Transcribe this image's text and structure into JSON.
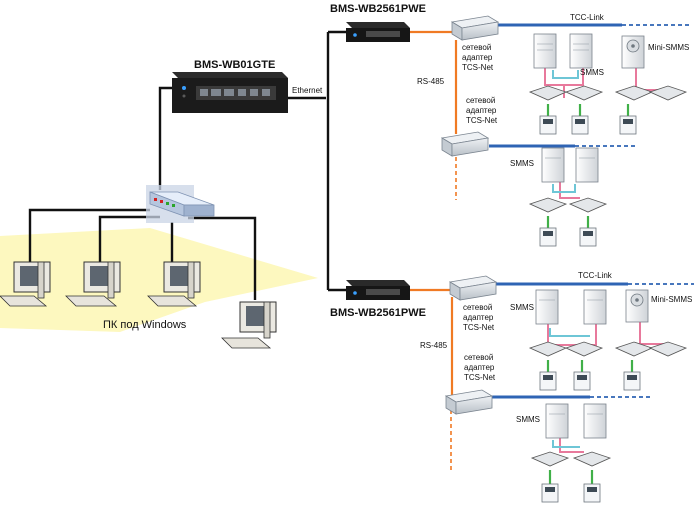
{
  "diagram": {
    "gateway": {
      "label": "BMS-WB01GTE"
    },
    "ethernet_label": "Ethernet",
    "pc_label": "ПК под Windows",
    "controllers": [
      {
        "label": "BMS-WB2561PWE"
      },
      {
        "label": "BMS-WB2561PWE"
      }
    ],
    "rs485_label": "RS-485",
    "adapters": [
      {
        "l1": "сетевой",
        "l2": "адаптер",
        "l3": "TCS-Net"
      },
      {
        "l1": "сетевой",
        "l2": "адаптер",
        "l3": "TCS-Net"
      },
      {
        "l1": "сетевой",
        "l2": "адаптер",
        "l3": "TCS-Net"
      },
      {
        "l1": "сетевой",
        "l2": "адаптер",
        "l3": "TCS-Net"
      }
    ],
    "tcc_link_label": "TCC-Link",
    "smms_label": "SMMS",
    "mini_smms_label": "Mini-SMMS"
  }
}
